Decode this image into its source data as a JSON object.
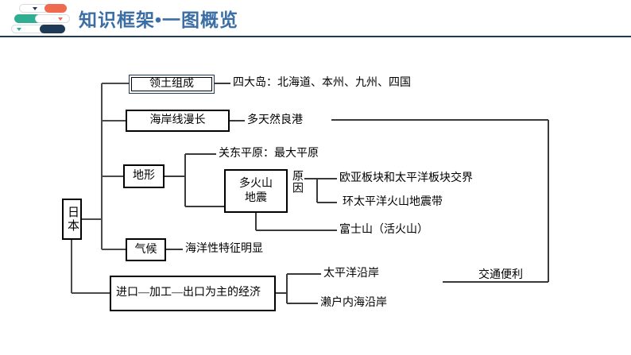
{
  "header": {
    "title": "知识框架•一图概览",
    "title_color": "#3b6ea5",
    "rule_color": "#1f3a56",
    "icon": {
      "name": "stacked-books-icon",
      "colors": [
        "#ef6b4f",
        "#2fae91",
        "#1f3a56"
      ]
    }
  },
  "diagram": {
    "type": "mind-map",
    "root": {
      "label": "日本"
    },
    "nodes": {
      "territory": {
        "label": "领土组成"
      },
      "coastline": {
        "label": "海岸线漫长"
      },
      "landform": {
        "label": "地形"
      },
      "volcano": {
        "label": "多火山\n地震"
      },
      "reason": {
        "label": "原因"
      },
      "climate": {
        "label": "气候"
      },
      "economy": {
        "label": "进口—加工—出口为主的经济"
      }
    },
    "leaves": {
      "four_islands": "四大岛：北海道、本州、九州、四国",
      "natural_harbors": "多天然良港",
      "kanto_plain": "关东平原：最大平原",
      "plate_boundary": "欧亚板块和太平洋板块交界",
      "pacific_ring": "环太平洋火山地震带",
      "mt_fuji": "富士山（活火山）",
      "oceanic_climate": "海洋性特征明显",
      "pacific_coast": "太平洋沿岸",
      "seto_inland_sea": "濑户内海沿岸",
      "convenient_transport": "交通便利"
    }
  }
}
